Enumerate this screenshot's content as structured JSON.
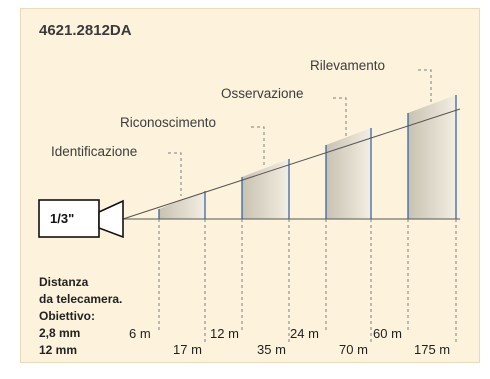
{
  "model": "4621.2812DA",
  "camera": {
    "sensor": "1/3\""
  },
  "zones": [
    {
      "label": "Identificazione"
    },
    {
      "label": "Riconoscimento"
    },
    {
      "label": "Osservazione"
    },
    {
      "label": "Rilevamento"
    }
  ],
  "legend": {
    "line1": "Distanza",
    "line2": "da telecamera.",
    "line3": "Obiettivo:",
    "lens_wide": "2,8 mm",
    "lens_tele": "12 mm"
  },
  "distances_wide": [
    "6 m",
    "12 m",
    "24 m",
    "60 m"
  ],
  "distances_tele": [
    "17 m",
    "35 m",
    "70 m",
    "175 m"
  ],
  "colors": {
    "background": "#fdf3dc",
    "line": "#555555",
    "dashed": "#7f7f7f",
    "zone_gradient_start": "#c9c4b4",
    "zone_gradient_end": "#f2ece0",
    "band_divider": "#2b5ca8"
  },
  "icons": [
    "camera-body-icon",
    "camera-lens-icon"
  ]
}
